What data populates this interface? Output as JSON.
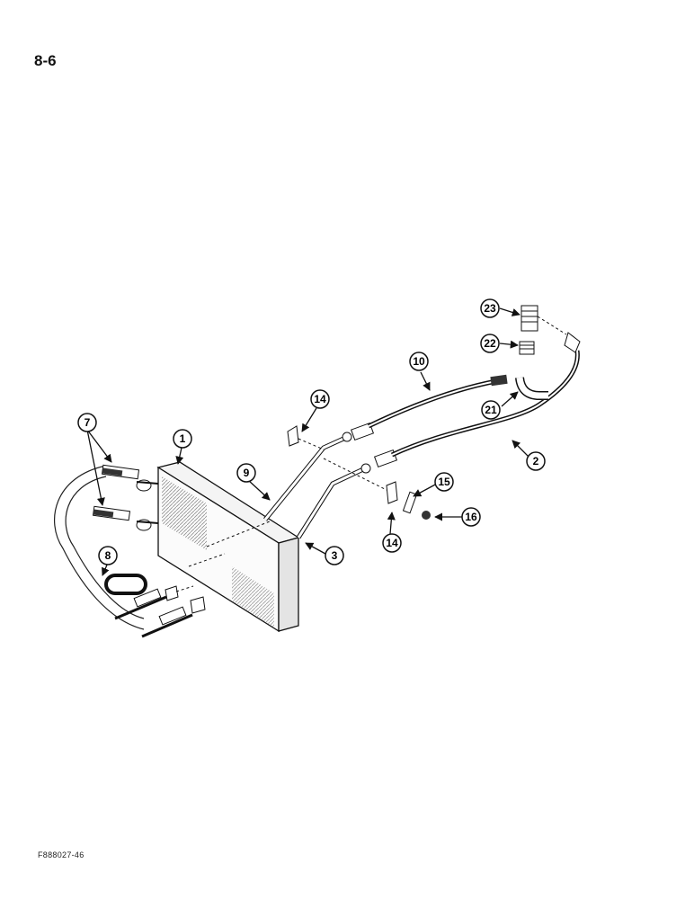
{
  "page": {
    "number": "8-6",
    "figure_code": "F888027-46"
  },
  "callouts": {
    "c1": "1",
    "c2": "2",
    "c3": "3",
    "c7": "7",
    "c8": "8",
    "c9": "9",
    "c10": "10",
    "c14a": "14",
    "c14b": "14",
    "c15": "15",
    "c16": "16",
    "c21": "21",
    "c22": "22",
    "c23": "23"
  }
}
